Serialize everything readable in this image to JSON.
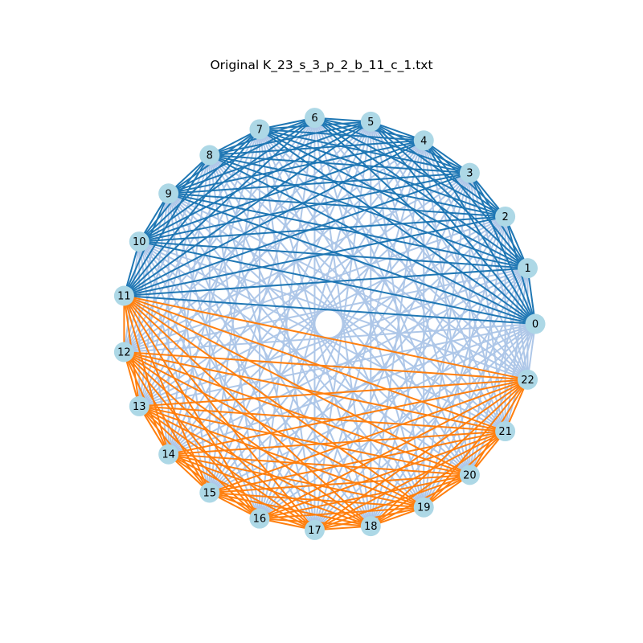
{
  "title": "Original K_23_s_3_p_2_b_11_c_1.txt",
  "graph": {
    "node_count": 23,
    "layout": "circular",
    "labels": [
      "0",
      "1",
      "2",
      "3",
      "4",
      "5",
      "6",
      "7",
      "8",
      "9",
      "10",
      "11",
      "12",
      "13",
      "14",
      "15",
      "16",
      "17",
      "18",
      "19",
      "20",
      "21",
      "22"
    ],
    "groups": [
      {
        "nodes": [
          0,
          1,
          2,
          3,
          4,
          5,
          6,
          7,
          8,
          9,
          10,
          11
        ],
        "internal_edge_color": "#1f77b4"
      },
      {
        "nodes": [
          11,
          12,
          13,
          14,
          15,
          16,
          17,
          18,
          19,
          20,
          21,
          22
        ],
        "internal_edge_color": "#ff7f0e"
      }
    ],
    "other_edge_color": "#aec7e8",
    "node_color": "#add8e6"
  }
}
